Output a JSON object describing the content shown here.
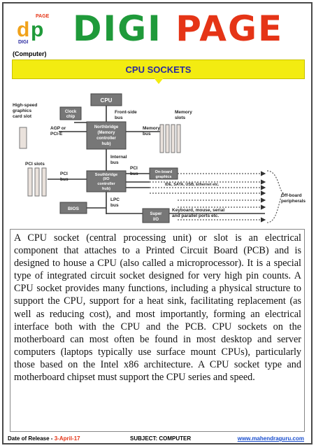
{
  "header": {
    "logo_letters": {
      "d": "d",
      "p": "p",
      "page": "PAGE",
      "digi": "DIGI"
    },
    "brand_digi": "DIGI",
    "brand_page": "PAGE",
    "brand_colors": {
      "digi": "#1f9a3a",
      "page": "#e53416"
    }
  },
  "subject_tag": "(Computer)",
  "banner": {
    "title": "CPU SOCKETS",
    "color": "#f3ec11",
    "title_color": "#2a2aa0"
  },
  "diagram": {
    "cpu": "CPU",
    "clock_chip": [
      "Clock",
      "chip"
    ],
    "front_side_bus": [
      "Front-side",
      "bus"
    ],
    "high_speed": [
      "High-speed",
      "graphics",
      "card slot"
    ],
    "agp": [
      "AGP or",
      "PCI-E"
    ],
    "northbridge": [
      "Northbridge",
      "(Memory",
      "controller",
      "hub)"
    ],
    "memory_bus": [
      "Memory",
      "bus"
    ],
    "memory_slots": [
      "Memory",
      "slots"
    ],
    "internal_bus": [
      "Internal",
      "bus"
    ],
    "pci_slots": "PCI slots",
    "pci_bus_left": [
      "PCI",
      "bus"
    ],
    "pci_bus_right": [
      "PCI",
      "bus"
    ],
    "southbridge": [
      "Southbridge",
      "(I/O",
      "controller",
      "hub)"
    ],
    "onboard": [
      "On-board",
      "graphics"
    ],
    "ide": "IDE, SATA, USB, Ethernet etc.",
    "offboard": [
      "Off-board",
      "peripherals"
    ],
    "lpc": [
      "LPC",
      "bus"
    ],
    "bios": "BIOS",
    "superio": [
      "Super",
      "I/O"
    ],
    "keyboard": [
      "Keyboard, mouse, serial",
      "and parallel ports etc."
    ]
  },
  "body_text": "A CPU socket (central processing unit) or slot is an electrical component that attaches to a Printed Circuit Board (PCB) and is designed to house a CPU (also called a microprocessor). It is a special type of integrated circuit socket designed for very high pin counts. A CPU socket provides many functions, including a physical structure to support the CPU, support for a heat sink, facilitating replacement (as well as reducing cost), and most importantly, forming an electrical interface both with the CPU and the PCB. CPU sockets on the motherboard can most often be found in most desktop and server computers (laptops typically use surface mount CPUs), particularly those based on the Intel x86 architecture. A CPU socket type and motherboard chipset must support the CPU series and speed.",
  "footer": {
    "release_label": "Date of Release - ",
    "release_date": "3-April-17",
    "subject": "SUBJECT: COMPUTER",
    "website": "www.mahendraguru.com"
  }
}
